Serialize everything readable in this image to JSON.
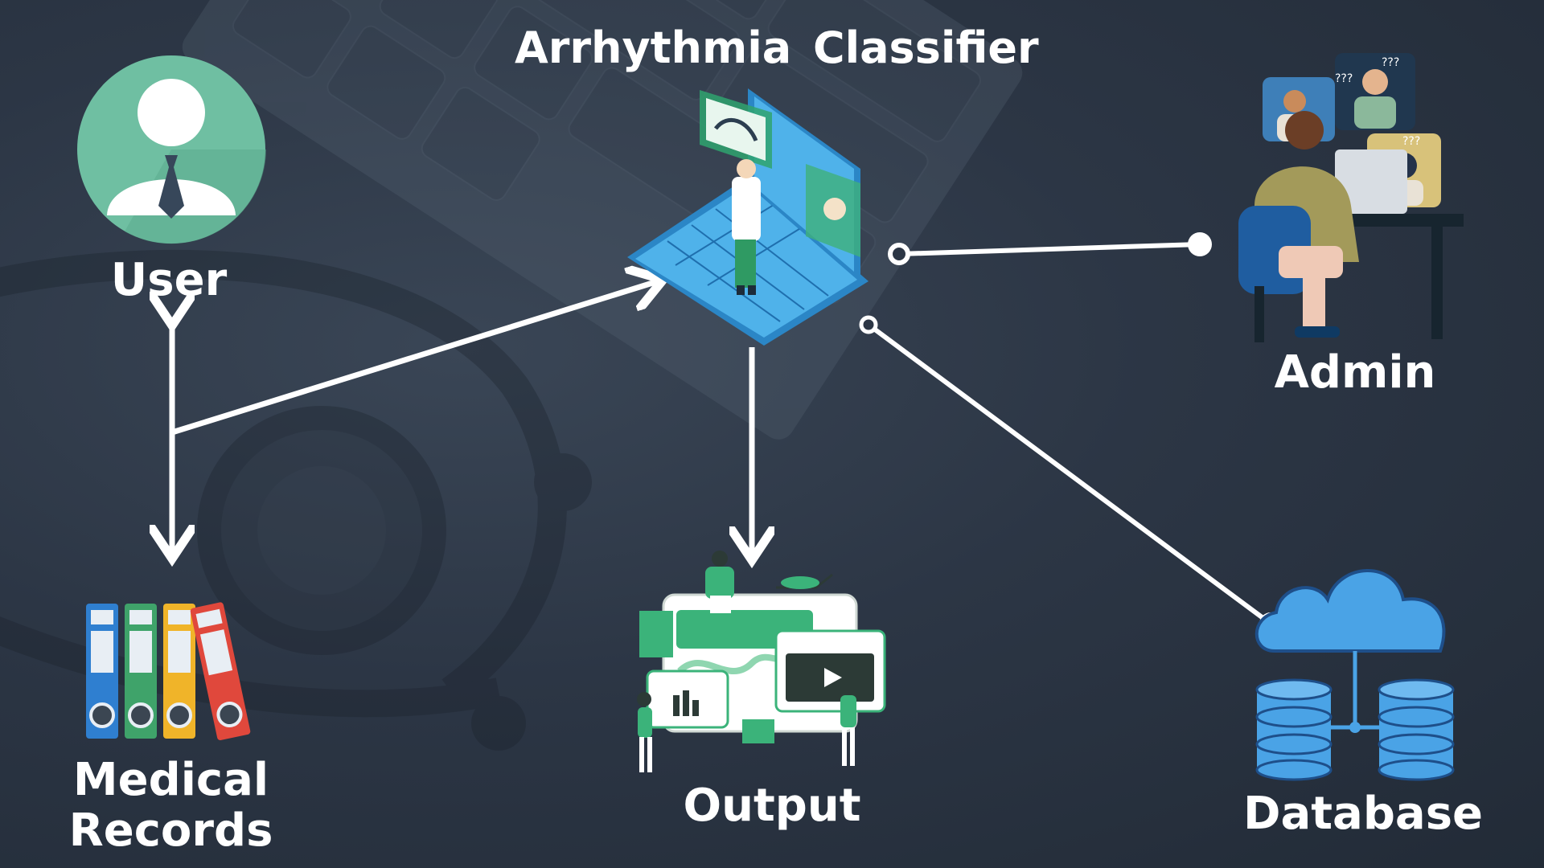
{
  "title": "Arrhythmia  Classifier",
  "nodes": {
    "user": "User",
    "admin": "Admin",
    "output": "Output",
    "medical_records_line1": "Medical",
    "medical_records_line2": "Records",
    "database": "Database"
  },
  "icons": {
    "user": "user-avatar-icon",
    "classifier": "doctor-laptop-icon",
    "admin": "admin-team-icon",
    "output": "output-dashboard-icon",
    "records": "binders-icon",
    "database": "cloud-database-icon"
  },
  "colors": {
    "background": "#2c3645",
    "text": "#ffffff",
    "connector": "#ffffff",
    "user_circle": "#6fbfa2",
    "laptop_blue": "#3aa0e0",
    "output_green": "#3bb37a",
    "database_blue": "#4aa3e6"
  }
}
